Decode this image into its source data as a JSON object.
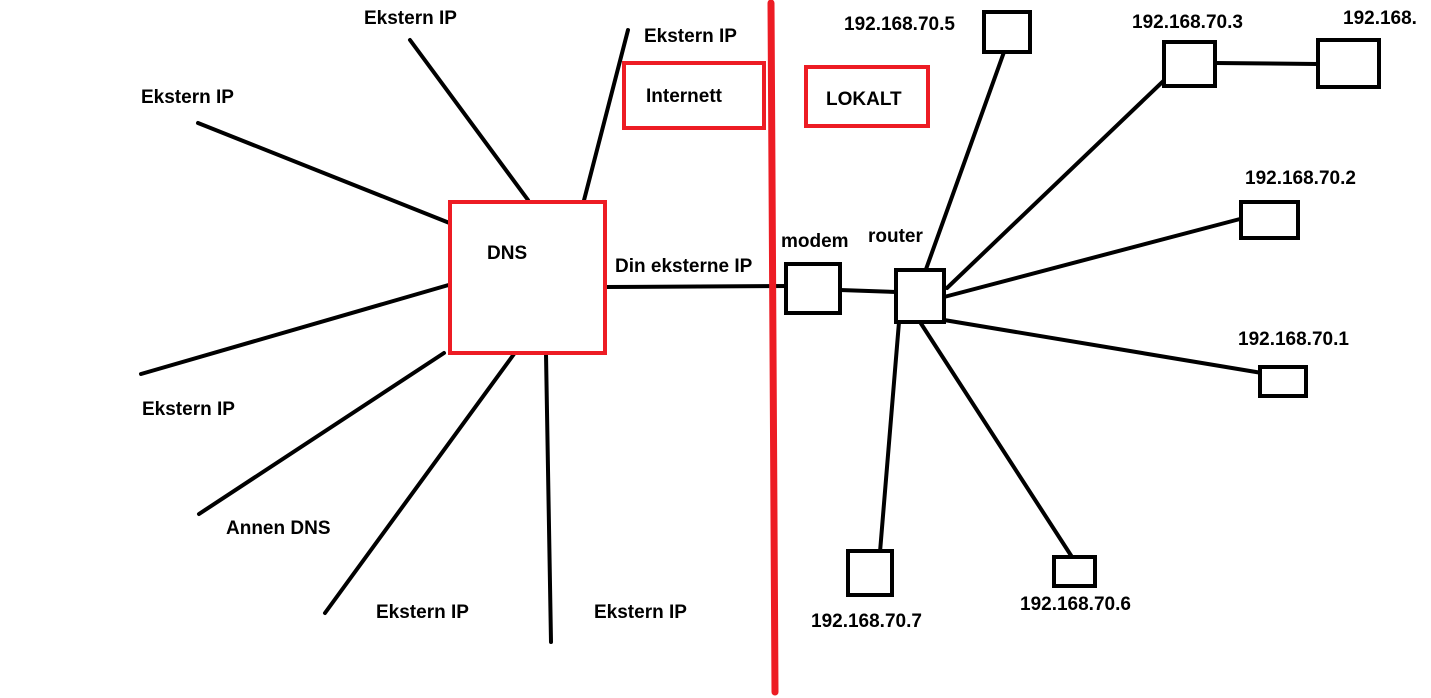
{
  "colors": {
    "red": "#ed1c24",
    "black": "#000000",
    "background": "#ffffff"
  },
  "internet": {
    "zone_label": "Internett",
    "dns_label": "DNS",
    "ekstern_ip": [
      "Ekstern IP",
      "Ekstern IP",
      "Ekstern IP",
      "Ekstern IP",
      "Ekstern IP",
      "Ekstern IP"
    ],
    "annen_dns": "Annen DNS",
    "din_eksterne_ip": "Din eksterne IP"
  },
  "local": {
    "zone_label": "LOKALT",
    "modem_label": "modem",
    "router_label": "router",
    "devices": [
      "192.168.70.5",
      "192.168.70.3",
      "192.168.",
      "192.168.70.2",
      "192.168.70.1",
      "192.168.70.7",
      "192.168.70.6"
    ]
  }
}
